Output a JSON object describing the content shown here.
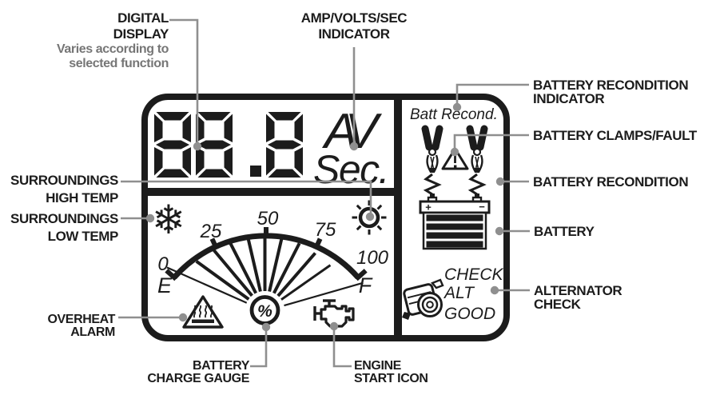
{
  "colors": {
    "ink": "#1c1c1c",
    "leader_gray": "#8f8f8f",
    "note_gray": "#767676",
    "background": "#ffffff"
  },
  "callouts": {
    "digital_display": {
      "lines": [
        "DIGITAL",
        "DISPLAY"
      ],
      "note_lines": [
        "Varies according to",
        "selected function"
      ]
    },
    "amp_volts_sec": {
      "lines": [
        "AMP/VOLTS/SEC",
        "INDICATOR"
      ]
    },
    "surroundings_high_temp": {
      "lines": [
        "SURROUNDINGS",
        "HIGH TEMP"
      ]
    },
    "surroundings_low_temp": {
      "lines": [
        "SURROUNDINGS",
        "LOW TEMP"
      ]
    },
    "overheat_alarm": {
      "lines": [
        "OVERHEAT",
        "ALARM"
      ]
    },
    "battery_charge_gauge": {
      "lines": [
        "BATTERY",
        "CHARGE GAUGE"
      ]
    },
    "engine_start_icon": {
      "lines": [
        "ENGINE",
        "START ICON"
      ]
    },
    "battery_recondition_indicator": {
      "lines": [
        "BATTERY RECONDITION",
        "INDICATOR"
      ]
    },
    "battery_clamps_fault": {
      "lines": [
        "BATTERY CLAMPS/FAULT"
      ]
    },
    "battery_recondition": {
      "lines": [
        "BATTERY RECONDITION"
      ]
    },
    "battery": {
      "lines": [
        "BATTERY"
      ]
    },
    "alternator_check": {
      "lines": [
        "ALTERNATOR",
        "CHECK"
      ]
    }
  },
  "display_panel": {
    "digital_value": "88.8",
    "unit_line1": "AV",
    "unit_line2": "Sec.",
    "batt_recond_label": "Batt Recond.",
    "alternator_status": {
      "line1": "CHECK",
      "line2": "ALT",
      "line3": "GOOD"
    },
    "battery_terminals": {
      "positive": "+",
      "negative": "−"
    },
    "gauge": {
      "tick_labels": [
        "0",
        "25",
        "50",
        "75",
        "100"
      ],
      "empty": "E",
      "full": "F",
      "center_symbol": "%"
    },
    "icons": {
      "snowflake_glyph": "❄",
      "snowflake": "surroundings-low-temp-icon",
      "sun": "surroundings-high-temp-icon",
      "overheat": "overheat-alarm-icon",
      "percent_gauge": "battery-charge-gauge-icon",
      "engine": "engine-start-icon",
      "clamps": "battery-clamps-icon",
      "fault_triangle": "fault-warning-icon",
      "battery": "battery-icon",
      "alternator": "alternator-check-icon"
    }
  }
}
